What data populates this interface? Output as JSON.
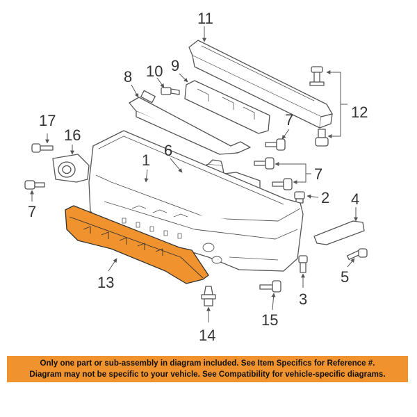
{
  "diagram": {
    "highlight_color": "#f0922d",
    "line_color": "#555555",
    "callouts": {
      "c1": "1",
      "c2": "2",
      "c3": "3",
      "c4": "4",
      "c5": "5",
      "c6": "6",
      "c7a": "7",
      "c7b": "7",
      "c7c": "7",
      "c8": "8",
      "c9": "9",
      "c10": "10",
      "c11": "11",
      "c12": "12",
      "c13": "13",
      "c14": "14",
      "c15": "15",
      "c16": "16",
      "c17": "17"
    }
  },
  "disclaimer": {
    "line1": "Only one part or sub-assembly in diagram included. See Item Specifics for Reference #.",
    "line2": "Diagram may not be specific to your vehicle. See Compatibility for vehicle-specific diagrams.",
    "background": "#f0922d"
  }
}
